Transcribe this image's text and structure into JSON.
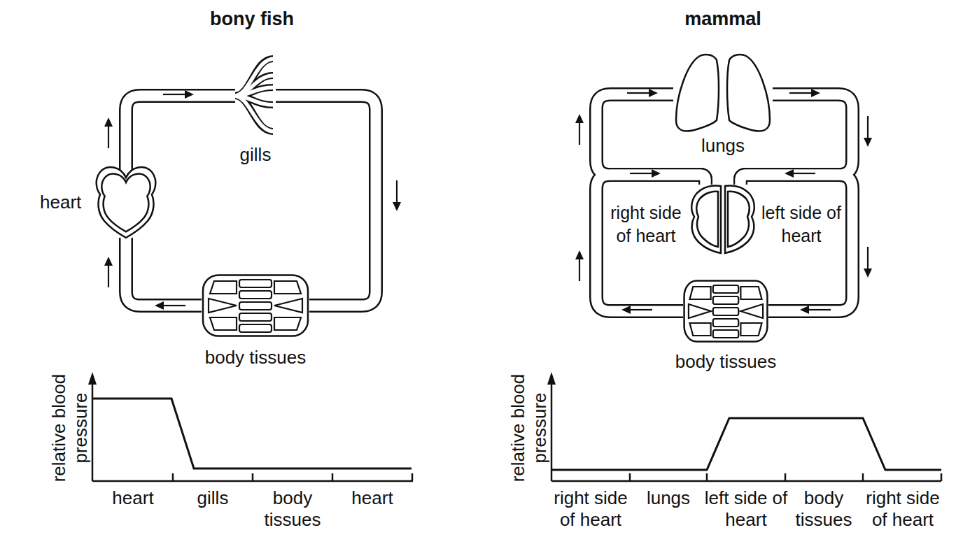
{
  "diagram": {
    "nodes": [
      {
        "text": [
          "heart"
        ]
      },
      {
        "text": [
          "gills"
        ]
      },
      {
        "text": [
          "body tissues"
        ]
      },
      {
        "text": [
          "lungs"
        ]
      },
      {
        "text": [
          "right side of heart"
        ]
      },
      {
        "text": [
          "left side of heart"
        ]
      },
      {
        "text": [
          "body tissues"
        ]
      }
    ],
    "edges": [
      {
        "from": 0,
        "to": 1,
        "arrow": "to"
      },
      {
        "from": 1,
        "to": 2,
        "arrow": "to"
      },
      {
        "from": 2,
        "to": 0,
        "arrow": "to"
      },
      {
        "from": 4,
        "to": 3,
        "arrow": "to"
      },
      {
        "from": 3,
        "to": 5,
        "arrow": "to"
      },
      {
        "from": 5,
        "to": 6,
        "arrow": "to"
      },
      {
        "from": 6,
        "to": 4,
        "arrow": "to"
      }
    ],
    "labels": [
      "bony fish",
      "mammal",
      "relative blood pressure",
      "heart",
      "gills",
      "body tissues",
      "heart",
      "relative blood pressure",
      "right side of heart",
      "lungs",
      "left side of heart",
      "body tissues",
      "right side of heart"
    ]
  }
}
